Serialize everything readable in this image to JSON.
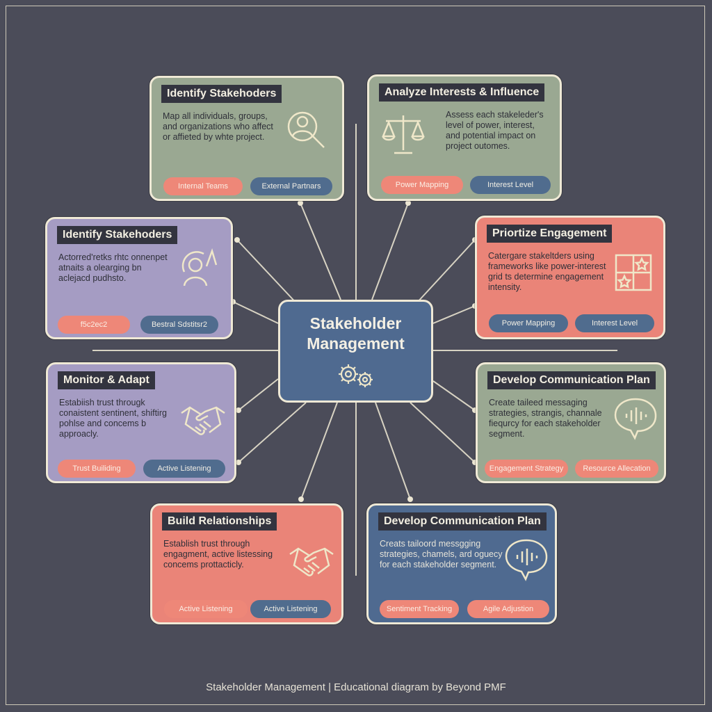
{
  "center": {
    "line1": "Stakeholder",
    "line2": "Management"
  },
  "cards": [
    {
      "title": "Identify Stakehoders",
      "description": "Map all individuals, groups, and organizations who affect or affieted by whte project.",
      "tags": [
        "Internal Teams",
        "External Partnars"
      ],
      "icon": "magnifier-person-icon"
    },
    {
      "title": "Analyze Interests & Influence",
      "description": "Assess each stakeleder's level of power, interest, and potential impact on project outomes.",
      "tags": [
        "Power Mapping",
        "Interest Level"
      ],
      "icon": "balance-scale-icon"
    },
    {
      "title": "Identify Stakehoders",
      "description": "Actorred'retks rhtc onnenpet atnaits a olearging bn aclejacd pudhsto.",
      "tags": [
        "f5c2ec2",
        "Bestral Sdstitsr2"
      ],
      "icon": "person-arrow-icon"
    },
    {
      "title": "Priortize Engagement",
      "description": "Catergare stakeltders using frameworks like power-interest grid ts determine engagement intensity.",
      "tags": [
        "Power Mapping",
        "Interest Level"
      ],
      "icon": "priority-grid-icon"
    },
    {
      "title": "Monitor & Adapt",
      "description": "Estabiish trust througk conaistent sentinent, shiftirg pohlse and concems b approacly.",
      "tags": [
        "Trust Builiding",
        "Active Listening"
      ],
      "icon": "handshake-icon"
    },
    {
      "title": "Develop Communication Plan",
      "description": "Create taileed messaging strategies, strangis, channale fiequrcy for each stakeholder segment.",
      "tags": [
        "Engagement Strategy",
        "Resource Allecation"
      ],
      "icon": "speech-bubble-icon"
    },
    {
      "title": "Build Relationships",
      "description": "Establish trust through engagment, active listessing concems prottacticly.",
      "tags": [
        "Active Listening",
        "Active Listening"
      ],
      "icon": "handshake-icon"
    },
    {
      "title": "Develop Communication Plan",
      "description": "Creats tailoord messgging strategies, chamels, ard oguecy for each stakeholder segment.",
      "tags": [
        "Sentiment Tracking",
        "Agile Adjustion"
      ],
      "icon": "speech-bubble-icon"
    }
  ],
  "footer": "Stakeholder Management | Educational diagram by Beyond PMF"
}
